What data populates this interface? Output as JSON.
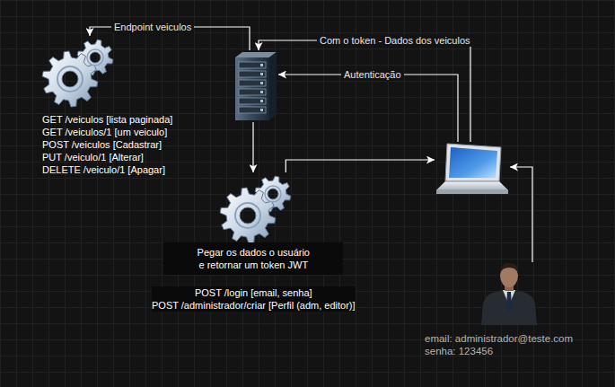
{
  "diagram": {
    "nodes": [
      {
        "text": [
          "GET /veiculos [lista paginada]",
          "GET /veiculos/1 [um veiculo]",
          "POST /veiculos [Cadastrar]",
          "PUT /veiculo/1 [Alterar]",
          "DELETE /veiculo/1 [Apagar]"
        ]
      },
      {
        "text": []
      },
      {
        "text": [
          "Pegar os dados o usuário e retornar um token JWT",
          "POST /login [email, senha]",
          "POST /administrador/criar [Perfil (adm, editor)]"
        ]
      },
      {
        "text": []
      },
      {
        "text": [
          "email: administrador@teste.com",
          "senha: 123456"
        ]
      }
    ],
    "edges": [
      {
        "from": 1,
        "to": 0,
        "arrow": "to",
        "label": "Endpoint veiculos"
      },
      {
        "from": 3,
        "to": 1,
        "arrow": "to",
        "label": "Com o token - Dados dos veiculos"
      },
      {
        "from": 3,
        "to": 1,
        "arrow": "to",
        "label": "Autenticação"
      },
      {
        "from": 1,
        "to": 2,
        "arrow": "to"
      },
      {
        "from": 2,
        "to": 3,
        "arrow": "to"
      },
      {
        "from": 4,
        "to": 3,
        "arrow": "to"
      }
    ]
  }
}
